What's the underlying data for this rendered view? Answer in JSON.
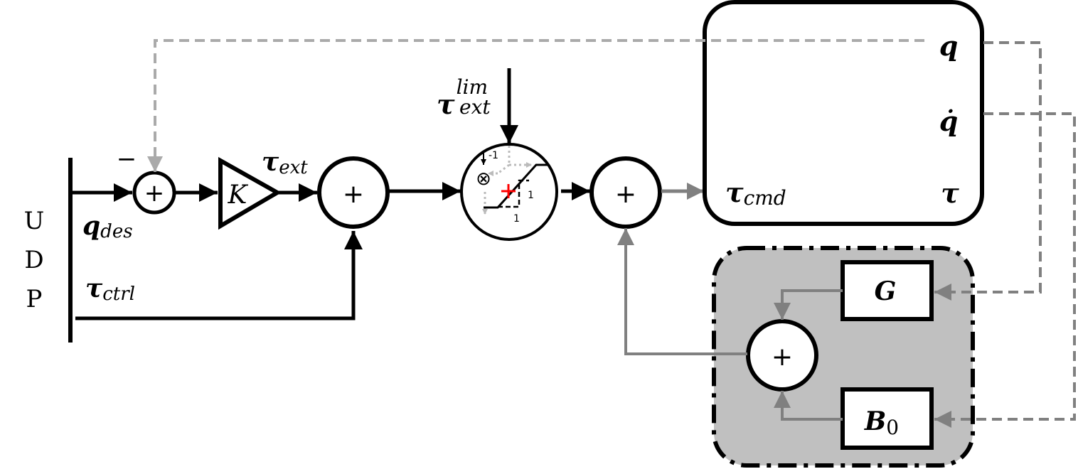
{
  "colors": {
    "line": "#000000",
    "gray": "#808080",
    "light_gray": "#aaaaaa",
    "compensator_fill": "#c0c0c0",
    "marker": "#ff0000"
  },
  "source": {
    "letters": [
      "U",
      "D",
      "P"
    ]
  },
  "signals": {
    "q_des": {
      "main": "q",
      "sub": "des"
    },
    "tau_ctrl": {
      "main": "τ",
      "sub": "ctrl"
    },
    "tau_ext": {
      "main": "τ",
      "sub": "ext"
    },
    "tau_ext_lim": {
      "main": "τ",
      "sub": "ext",
      "sup": "lim"
    },
    "tau_cmd": {
      "main": "τ",
      "sub": "cmd"
    }
  },
  "summing_junction": {
    "symbol": "+",
    "minus": "−"
  },
  "gain": {
    "label": "K"
  },
  "limiter": {
    "mult_symbol": "⊗",
    "neg_one": "-1",
    "one_right": "1",
    "one_bottom": "1"
  },
  "robot": {
    "outputs": [
      "q",
      "q̇"
    ],
    "input": "τ"
  },
  "compensator": {
    "g_label": "G",
    "b_label": "B",
    "b_sub": "0"
  }
}
